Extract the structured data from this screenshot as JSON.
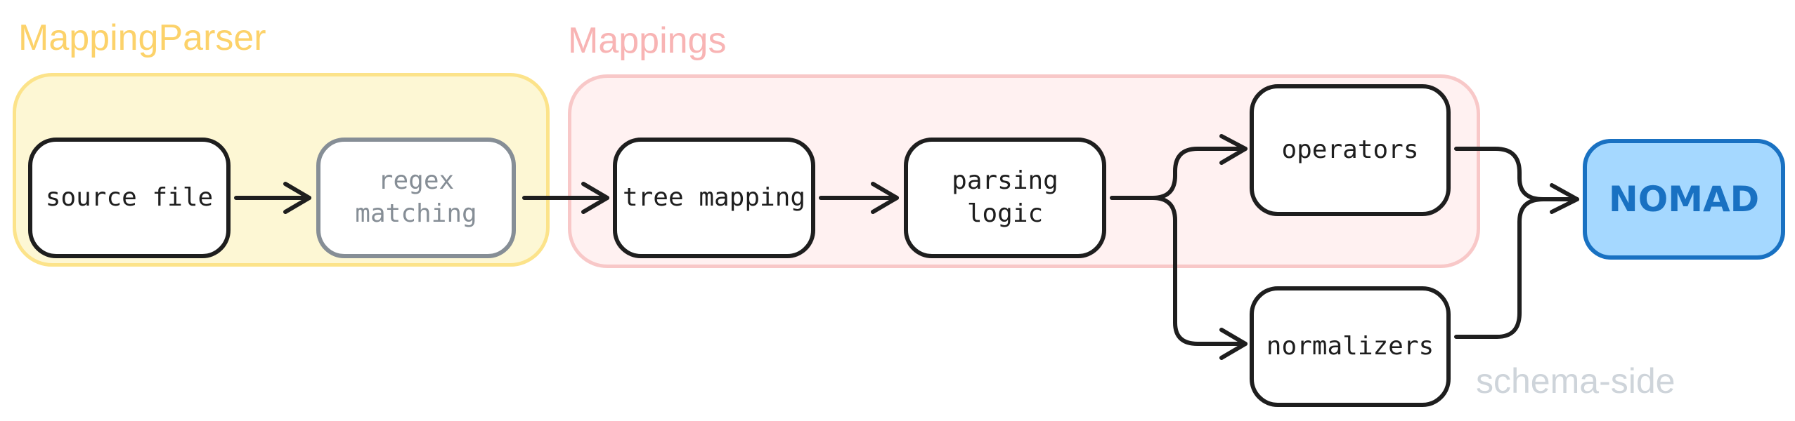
{
  "groups": {
    "mapping_parser": {
      "label": "MappingParser",
      "color": "#fcd26a",
      "fill": "#fdf7d4"
    },
    "mappings": {
      "label": "Mappings",
      "color": "#f8b4b4",
      "fill": "#fff1f1"
    }
  },
  "side_label": "schema-side",
  "nodes": {
    "source_file": "source file",
    "regex_matching": "regex\nmatching",
    "tree_mapping": "tree mapping",
    "parsing_logic": "parsing logic",
    "operators": "operators",
    "normalizers": "normalizers",
    "nomad": "NOMAD"
  },
  "colors": {
    "stroke": "#1e1e1e",
    "regex_stroke": "#868e96",
    "nomad_fill": "#a5d8ff",
    "nomad_stroke": "#1971c2",
    "side_label": "#ced4da"
  }
}
